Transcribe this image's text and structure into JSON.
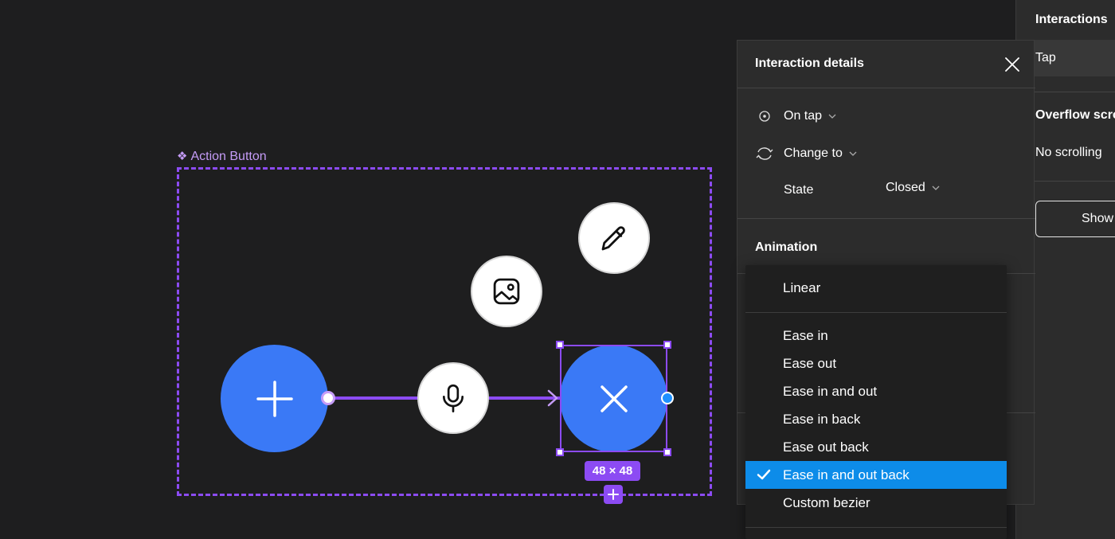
{
  "right_panel": {
    "title": "Interactions",
    "trigger": "Tap",
    "overflow_title": "Overflow scro",
    "overflow_value": "No scrolling",
    "show_button": "Show"
  },
  "canvas": {
    "frame_label": "Action Button",
    "size_badge": "48 × 48",
    "buttons": [
      "plus-icon",
      "microphone-icon",
      "image-icon",
      "pencil-icon",
      "close-icon"
    ]
  },
  "details": {
    "title": "Interaction details",
    "trigger": "On tap",
    "action": "Change to",
    "state_label": "State",
    "state_value": "Closed",
    "animation_title": "Animation"
  },
  "easing_menu": {
    "items": [
      "Linear",
      "Ease in",
      "Ease out",
      "Ease in and out",
      "Ease in back",
      "Ease out back",
      "Ease in and out back",
      "Custom bezier"
    ],
    "selected": "Ease in and out back"
  },
  "colors": {
    "background": "#1e1e1f",
    "panel": "#2c2c2c",
    "accent_purple": "#8c4bf3",
    "action_blue": "#3a79f6",
    "selection_blue": "#0d8ce9"
  }
}
